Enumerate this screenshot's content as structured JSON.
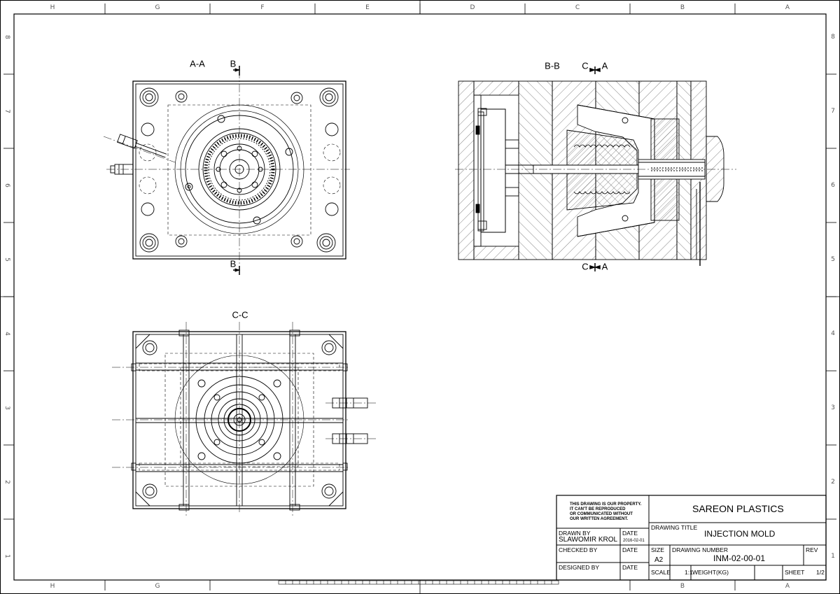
{
  "border": {
    "columns_top": [
      "H",
      "G",
      "F",
      "E",
      "D",
      "C",
      "B",
      "A"
    ],
    "columns_bottom": [
      "H",
      "G",
      "",
      "",
      "",
      "",
      "B",
      "A"
    ],
    "rows": [
      "8",
      "7",
      "6",
      "5",
      "4",
      "3",
      "2",
      "1"
    ]
  },
  "views": {
    "aa": {
      "title": "A-A",
      "cut_top": "B",
      "cut_bottom": "B"
    },
    "bb": {
      "title": "B-B",
      "cut_top_left": "C",
      "cut_top_right": "A",
      "cut_bottom_left": "C",
      "cut_bottom_right": "A"
    },
    "cc": {
      "title": "C-C"
    }
  },
  "title_block": {
    "property_notice": [
      "THIS DRAWING IS OUR PROPERTY.",
      "IT CAN'T BE REPRODUCED",
      "OR COMMUNICATED WITHOUT",
      "OUR WRITTEN AGREEMENT."
    ],
    "company": "SAREON PLASTICS",
    "drawing_title_label": "DRAWING TITLE",
    "drawing_title": "INJECTION MOLD",
    "drawn_by_label": "DRAWN BY",
    "drawn_by": "SLAWOMIR KROL",
    "date_label": "DATE",
    "date": "2016-02-01",
    "checked_by_label": "CHECKED BY",
    "designed_by_label": "DESIGNED BY",
    "size_label": "SIZE",
    "size": "A2",
    "drawing_number_label": "DRAWING NUMBER",
    "drawing_number": "INM-02-00-01",
    "rev_label": "REV",
    "scale_label": "SCALE",
    "scale": "1:1",
    "weight_label": "WEIGHT(KG)",
    "sheet_label": "SHEET",
    "sheet": "1/2"
  }
}
